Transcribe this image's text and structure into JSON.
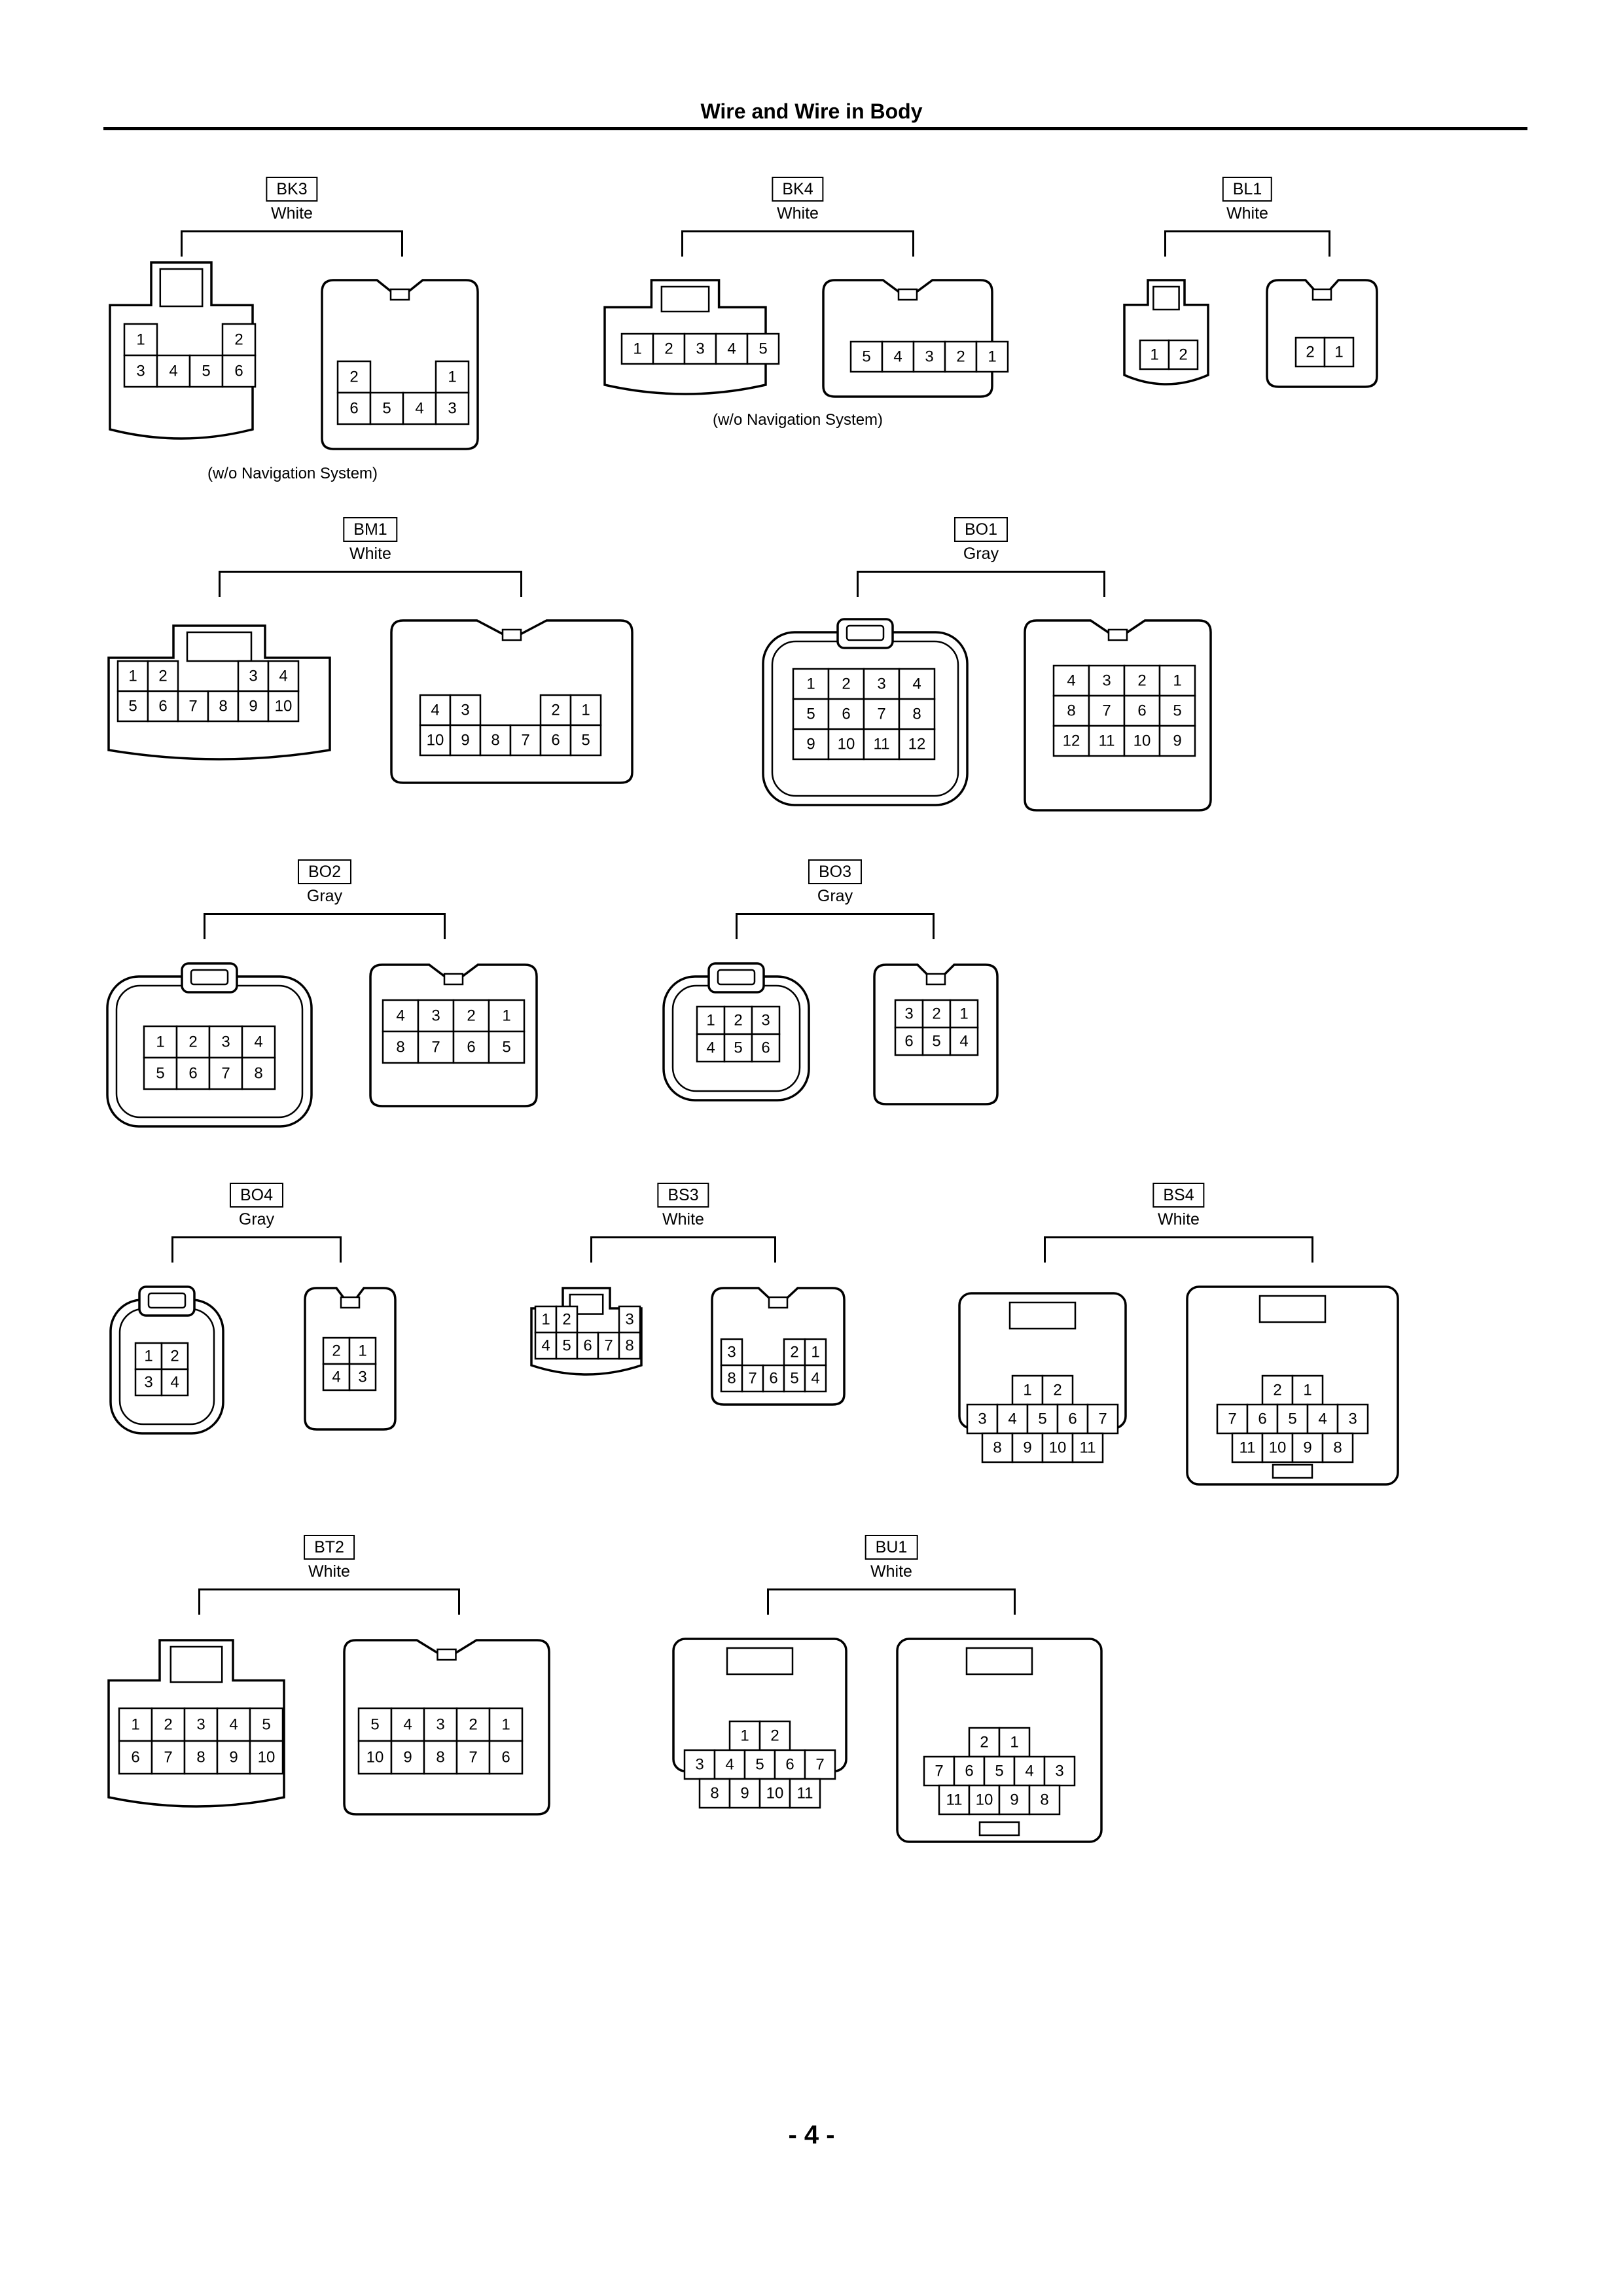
{
  "page": {
    "title": "Wire and Wire in Body",
    "page_number": "- 4 -"
  },
  "notes": {
    "bk3": "(w/o Navigation System)",
    "bk4": "(w/o Navigation System)"
  },
  "connectors": [
    {
      "code": "BK3",
      "color": "White",
      "views": [
        {
          "rows": [
            [
              "1",
              "",
              "",
              "2"
            ],
            [
              "3",
              "4",
              "5",
              "6"
            ]
          ]
        },
        {
          "rows": [
            [
              "2",
              "",
              "",
              "1"
            ],
            [
              "6",
              "5",
              "4",
              "3"
            ]
          ]
        }
      ]
    },
    {
      "code": "BK4",
      "color": "White",
      "views": [
        {
          "rows": [
            [
              "1",
              "2",
              "3",
              "4",
              "5"
            ]
          ]
        },
        {
          "rows": [
            [
              "5",
              "4",
              "3",
              "2",
              "1"
            ]
          ]
        }
      ]
    },
    {
      "code": "BL1",
      "color": "White",
      "views": [
        {
          "rows": [
            [
              "1",
              "2"
            ]
          ]
        },
        {
          "rows": [
            [
              "2",
              "1"
            ]
          ]
        }
      ]
    },
    {
      "code": "BM1",
      "color": "White",
      "views": [
        {
          "rows": [
            [
              "1",
              "2",
              "",
              "",
              "3",
              "4"
            ],
            [
              "5",
              "6",
              "7",
              "8",
              "9",
              "10"
            ]
          ]
        },
        {
          "rows": [
            [
              "4",
              "3",
              "",
              "",
              "2",
              "1"
            ],
            [
              "10",
              "9",
              "8",
              "7",
              "6",
              "5"
            ]
          ]
        }
      ]
    },
    {
      "code": "BO1",
      "color": "Gray",
      "views": [
        {
          "rows": [
            [
              "1",
              "2",
              "3",
              "4"
            ],
            [
              "5",
              "6",
              "7",
              "8"
            ],
            [
              "9",
              "10",
              "11",
              "12"
            ]
          ]
        },
        {
          "rows": [
            [
              "4",
              "3",
              "2",
              "1"
            ],
            [
              "8",
              "7",
              "6",
              "5"
            ],
            [
              "12",
              "11",
              "10",
              "9"
            ]
          ]
        }
      ]
    },
    {
      "code": "BO2",
      "color": "Gray",
      "views": [
        {
          "rows": [
            [
              "1",
              "2",
              "3",
              "4"
            ],
            [
              "5",
              "6",
              "7",
              "8"
            ]
          ]
        },
        {
          "rows": [
            [
              "4",
              "3",
              "2",
              "1"
            ],
            [
              "8",
              "7",
              "6",
              "5"
            ]
          ]
        }
      ]
    },
    {
      "code": "BO3",
      "color": "Gray",
      "views": [
        {
          "rows": [
            [
              "1",
              "2",
              "3"
            ],
            [
              "4",
              "5",
              "6"
            ]
          ]
        },
        {
          "rows": [
            [
              "3",
              "2",
              "1"
            ],
            [
              "6",
              "5",
              "4"
            ]
          ]
        }
      ]
    },
    {
      "code": "BO4",
      "color": "Gray",
      "views": [
        {
          "rows": [
            [
              "1",
              "2"
            ],
            [
              "3",
              "4"
            ]
          ]
        },
        {
          "rows": [
            [
              "2",
              "1"
            ],
            [
              "4",
              "3"
            ]
          ]
        }
      ]
    },
    {
      "code": "BS3",
      "color": "White",
      "views": [
        {
          "rows": [
            [
              "1",
              "2",
              "",
              "",
              "3"
            ],
            [
              "4",
              "5",
              "6",
              "7",
              "8"
            ]
          ]
        },
        {
          "rows": [
            [
              "3",
              "",
              "",
              "2",
              "1"
            ],
            [
              "8",
              "7",
              "6",
              "5",
              "4"
            ]
          ]
        }
      ]
    },
    {
      "code": "BS4",
      "color": "White",
      "views": [
        {
          "rows": [
            [
              "1",
              "2"
            ],
            [
              "3",
              "4",
              "5",
              "6",
              "7"
            ],
            [
              "8",
              "9",
              "10",
              "11"
            ]
          ]
        },
        {
          "rows": [
            [
              "2",
              "1"
            ],
            [
              "7",
              "6",
              "5",
              "4",
              "3"
            ],
            [
              "11",
              "10",
              "9",
              "8"
            ]
          ]
        }
      ]
    },
    {
      "code": "BT2",
      "color": "White",
      "views": [
        {
          "rows": [
            [
              "1",
              "2",
              "3",
              "4",
              "5"
            ],
            [
              "6",
              "7",
              "8",
              "9",
              "10"
            ]
          ]
        },
        {
          "rows": [
            [
              "5",
              "4",
              "3",
              "2",
              "1"
            ],
            [
              "10",
              "9",
              "8",
              "7",
              "6"
            ]
          ]
        }
      ]
    },
    {
      "code": "BU1",
      "color": "White",
      "views": [
        {
          "rows": [
            [
              "1",
              "2"
            ],
            [
              "3",
              "4",
              "5",
              "6",
              "7"
            ],
            [
              "8",
              "9",
              "10",
              "11"
            ]
          ]
        },
        {
          "rows": [
            [
              "2",
              "1"
            ],
            [
              "7",
              "6",
              "5",
              "4",
              "3"
            ],
            [
              "11",
              "10",
              "9",
              "8"
            ]
          ]
        }
      ]
    }
  ]
}
